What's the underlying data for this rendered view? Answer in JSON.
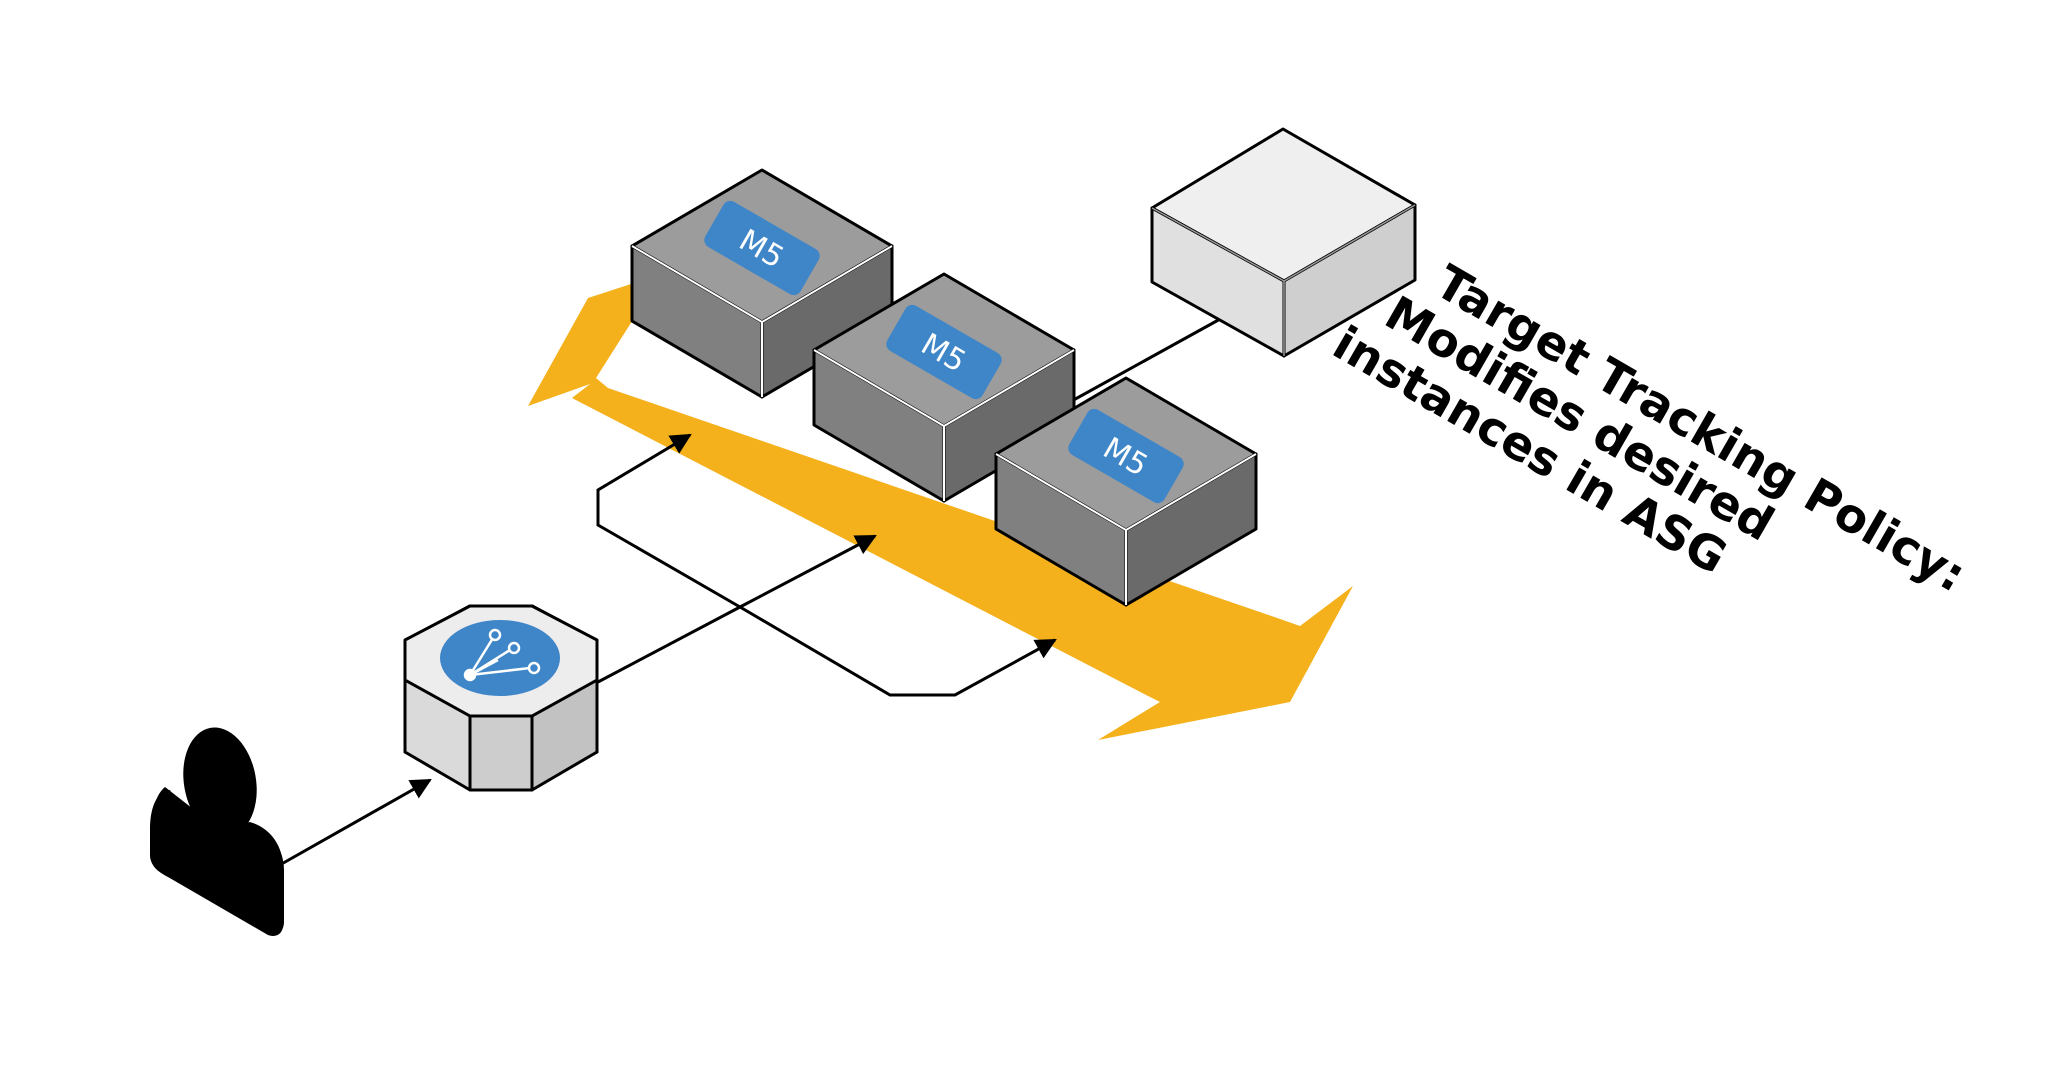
{
  "diagram": {
    "instances": [
      {
        "type": "M5"
      },
      {
        "type": "M5"
      },
      {
        "type": "M5"
      }
    ],
    "policy": {
      "lines": [
        "Target Tracking Policy:",
        "Modifies desired",
        "instances in ASG"
      ]
    },
    "icons": {
      "user": "user-icon",
      "load_balancer": "load-balancer-icon",
      "scaling_arrow": "auto-scaling-double-arrow",
      "placeholder_instance": "empty-instance-box"
    },
    "colors": {
      "scaling_arrow": "#F4B11C",
      "badge": "#3F86C8",
      "instance_top": "#9C9C9C",
      "instance_left": "#808080",
      "instance_right": "#6A6A6A",
      "empty_box": "#E6E6E6"
    }
  }
}
